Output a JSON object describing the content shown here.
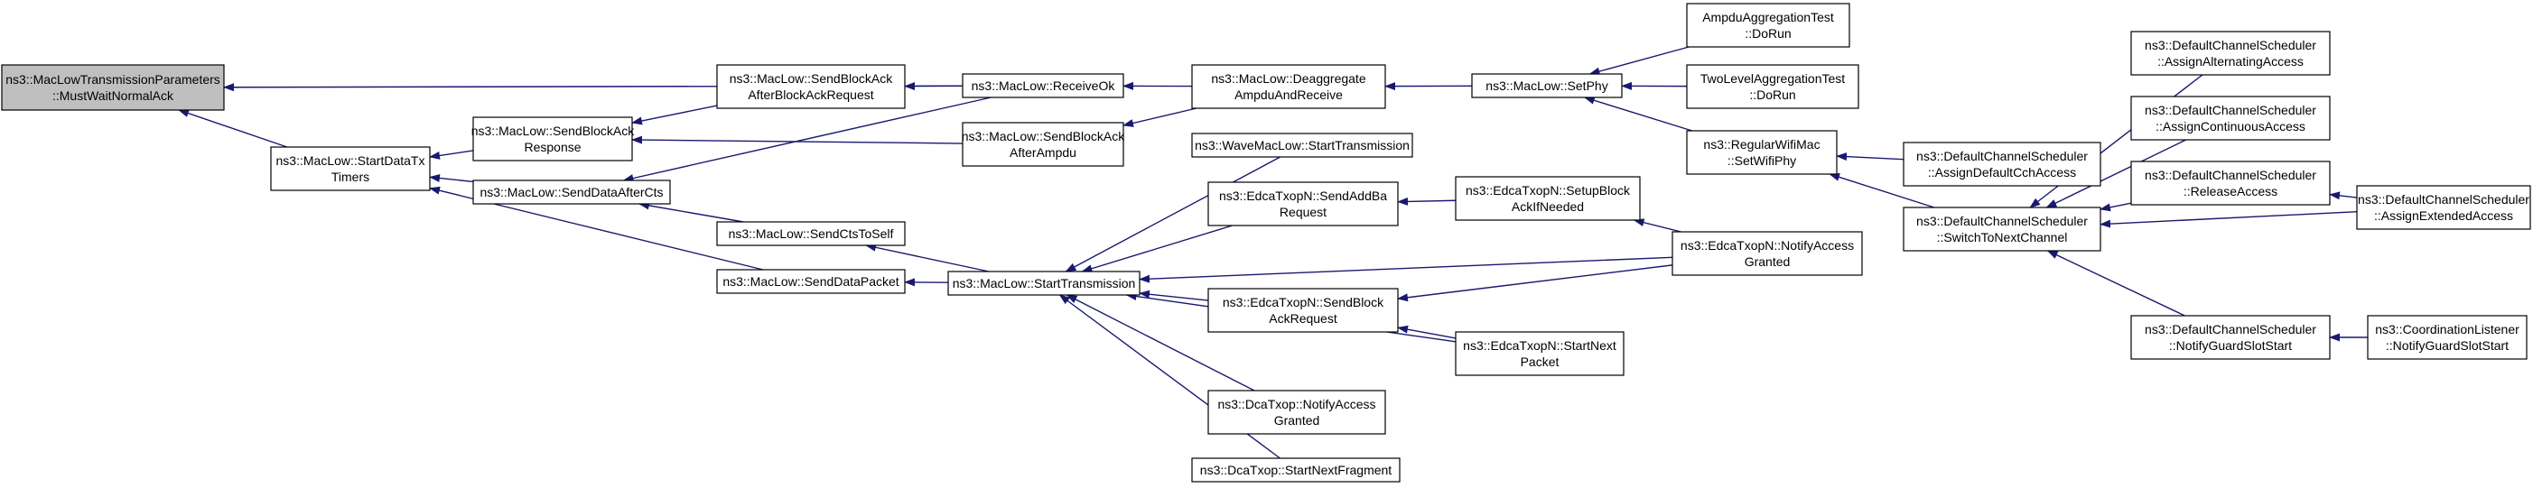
{
  "colors": {
    "edge": "#191970",
    "root_fill": "#bfbfbf",
    "node_fill": "#ffffff",
    "border": "#000000"
  },
  "nodes": [
    {
      "id": "mustwait",
      "lines": [
        "ns3::MacLowTransmissionParameters",
        "::MustWaitNormalAck"
      ]
    },
    {
      "id": "startdatatx",
      "lines": [
        "ns3::MacLow::StartDataTx",
        "Timers"
      ]
    },
    {
      "id": "sendblockackresp",
      "lines": [
        "ns3::MacLow::SendBlockAck",
        "Response"
      ]
    },
    {
      "id": "senddataaftercts",
      "lines": [
        "ns3::MacLow::SendDataAfterCts"
      ]
    },
    {
      "id": "senddatapacket",
      "lines": [
        "ns3::MacLow::SendDataPacket"
      ]
    },
    {
      "id": "sendblockackafterreq",
      "lines": [
        "ns3::MacLow::SendBlockAck",
        "AfterBlockAckRequest"
      ]
    },
    {
      "id": "sendctstoself",
      "lines": [
        "ns3::MacLow::SendCtsToSelf"
      ]
    },
    {
      "id": "receiveok",
      "lines": [
        "ns3::MacLow::ReceiveOk"
      ]
    },
    {
      "id": "sendblockackafterampdu",
      "lines": [
        "ns3::MacLow::SendBlockAck",
        "AfterAmpdu"
      ]
    },
    {
      "id": "starttransmission",
      "lines": [
        "ns3::MacLow::StartTransmission"
      ]
    },
    {
      "id": "deaggregate",
      "lines": [
        "ns3::MacLow::Deaggregate",
        "AmpduAndReceive"
      ]
    },
    {
      "id": "wavemaclow",
      "lines": [
        "ns3::WaveMacLow::StartTransmission"
      ]
    },
    {
      "id": "sendaddba",
      "lines": [
        "ns3::EdcaTxopN::SendAddBa",
        "Request"
      ]
    },
    {
      "id": "sendblockackreq",
      "lines": [
        "ns3::EdcaTxopN::SendBlock",
        "AckRequest"
      ]
    },
    {
      "id": "dcanotify",
      "lines": [
        "ns3::DcaTxop::NotifyAccess",
        "Granted"
      ]
    },
    {
      "id": "dcastartnext",
      "lines": [
        "ns3::DcaTxop::StartNextFragment"
      ]
    },
    {
      "id": "setphy",
      "lines": [
        "ns3::MacLow::SetPhy"
      ]
    },
    {
      "id": "setupblockack",
      "lines": [
        "ns3::EdcaTxopN::SetupBlock",
        "AckIfNeeded"
      ]
    },
    {
      "id": "startnextpacket",
      "lines": [
        "ns3::EdcaTxopN::StartNext",
        "Packet"
      ]
    },
    {
      "id": "ampdutest",
      "lines": [
        "AmpduAggregationTest",
        "::DoRun"
      ]
    },
    {
      "id": "twoleveltest",
      "lines": [
        "TwoLevelAggregationTest",
        "::DoRun"
      ]
    },
    {
      "id": "regularwifimac",
      "lines": [
        "ns3::RegularWifiMac",
        "::SetWifiPhy"
      ]
    },
    {
      "id": "edcanotify",
      "lines": [
        "ns3::EdcaTxopN::NotifyAccess",
        "Granted"
      ]
    },
    {
      "id": "assigndefaultcch",
      "lines": [
        "ns3::DefaultChannelScheduler",
        "::AssignDefaultCchAccess"
      ]
    },
    {
      "id": "switchtonext",
      "lines": [
        "ns3::DefaultChannelScheduler",
        "::SwitchToNextChannel"
      ]
    },
    {
      "id": "assignalternating",
      "lines": [
        "ns3::DefaultChannelScheduler",
        "::AssignAlternatingAccess"
      ]
    },
    {
      "id": "assigncontinuous",
      "lines": [
        "ns3::DefaultChannelScheduler",
        "::AssignContinuousAccess"
      ]
    },
    {
      "id": "releaseaccess",
      "lines": [
        "ns3::DefaultChannelScheduler",
        "::ReleaseAccess"
      ]
    },
    {
      "id": "notifyguard",
      "lines": [
        "ns3::DefaultChannelScheduler",
        "::NotifyGuardSlotStart"
      ]
    },
    {
      "id": "assignextended",
      "lines": [
        "ns3::DefaultChannelScheduler",
        "::AssignExtendedAccess"
      ]
    },
    {
      "id": "coordlistener",
      "lines": [
        "ns3::CoordinationListener",
        "::NotifyGuardSlotStart"
      ]
    }
  ],
  "edges": [
    [
      "startdatatx",
      "mustwait"
    ],
    [
      "receiveok",
      "mustwait"
    ],
    [
      "sendblockackresp",
      "startdatatx"
    ],
    [
      "senddataaftercts",
      "startdatatx"
    ],
    [
      "senddatapacket",
      "startdatatx"
    ],
    [
      "sendblockackafterreq",
      "sendblockackresp"
    ],
    [
      "sendblockackafterampdu",
      "sendblockackresp"
    ],
    [
      "receiveok",
      "sendblockackafterreq"
    ],
    [
      "receiveok",
      "senddataaftercts"
    ],
    [
      "sendctstoself",
      "senddataaftercts"
    ],
    [
      "starttransmission",
      "sendctstoself"
    ],
    [
      "starttransmission",
      "senddatapacket"
    ],
    [
      "deaggregate",
      "receiveok"
    ],
    [
      "deaggregate",
      "sendblockackafterampdu"
    ],
    [
      "setphy",
      "deaggregate"
    ],
    [
      "wavemaclow",
      "starttransmission"
    ],
    [
      "sendaddba",
      "starttransmission"
    ],
    [
      "sendblockackreq",
      "starttransmission"
    ],
    [
      "dcanotify",
      "starttransmission"
    ],
    [
      "dcastartnext",
      "starttransmission"
    ],
    [
      "edcanotify",
      "starttransmission"
    ],
    [
      "startnextpacket",
      "starttransmission"
    ],
    [
      "setupblockack",
      "sendaddba"
    ],
    [
      "edcanotify",
      "setupblockack"
    ],
    [
      "edcanotify",
      "sendblockackreq"
    ],
    [
      "startnextpacket",
      "sendblockackreq"
    ],
    [
      "ampdutest",
      "setphy"
    ],
    [
      "twoleveltest",
      "setphy"
    ],
    [
      "regularwifimac",
      "setphy"
    ],
    [
      "assigndefaultcch",
      "regularwifimac"
    ],
    [
      "switchtonext",
      "regularwifimac"
    ],
    [
      "assignalternating",
      "switchtonext"
    ],
    [
      "assigncontinuous",
      "switchtonext"
    ],
    [
      "releaseaccess",
      "switchtonext"
    ],
    [
      "notifyguard",
      "switchtonext"
    ],
    [
      "assignextended",
      "switchtonext"
    ],
    [
      "assignextended",
      "releaseaccess"
    ],
    [
      "coordlistener",
      "notifyguard"
    ]
  ]
}
